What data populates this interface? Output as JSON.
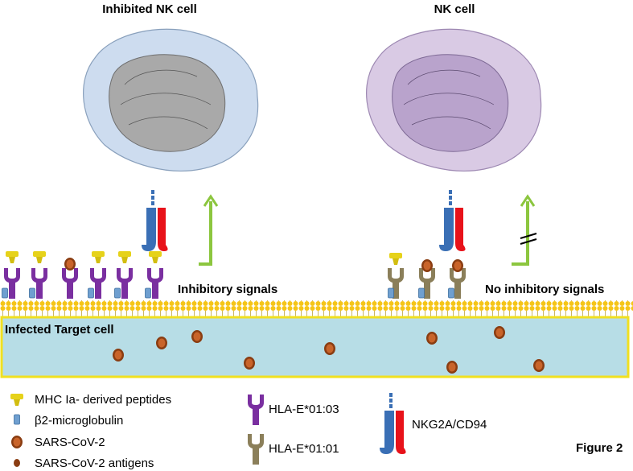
{
  "title_left": "Inhibited NK cell",
  "title_right": "NK cell",
  "signal_left": "Inhibitory signals",
  "signal_right": "No inhibitory signals",
  "target_cell": "Infected Target cell",
  "figure_label": "Figure 2",
  "legend": {
    "mhc": "MHC Ia- derived peptides",
    "b2m": "β2-microglobulin",
    "sars": "SARS-CoV-2",
    "antigens": "SARS-CoV-2 antigens",
    "hla0103": "HLA-E*01:03",
    "hla0101": "HLA-E*01:01",
    "nkg2a": "NKG2A/CD94"
  },
  "colors": {
    "hla_0103": "#7a2fa0",
    "hla_0101": "#8b7f5a",
    "nkg2a_blue": "#3a6fb5",
    "cd94_red": "#e8121a",
    "mhc_peptide": "#e6d21a",
    "b2m": "#6f9fd0",
    "virus": "#a8501c",
    "signal_arrow": "#8cc63f",
    "target_fill": "#b7dde6",
    "membrane": "#f5c518"
  }
}
